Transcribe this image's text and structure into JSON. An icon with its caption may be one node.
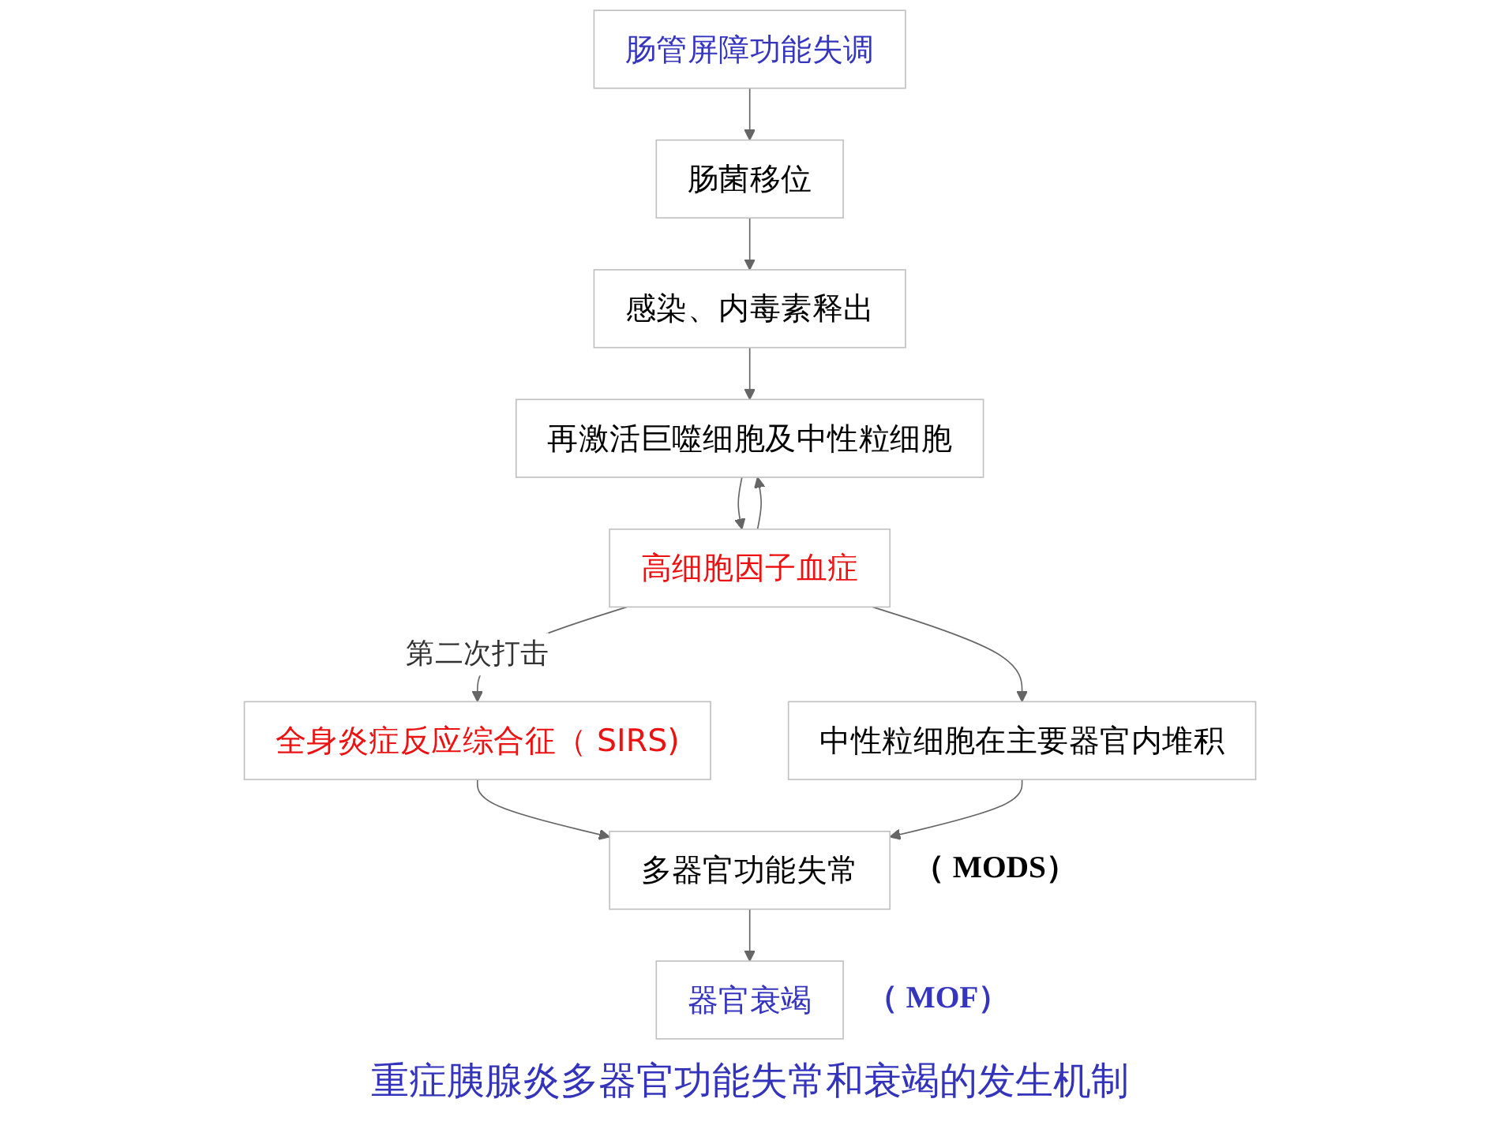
{
  "diagram": {
    "caption": "重症胰腺炎多器官功能失常和衰竭的发生机制",
    "nodes": [
      {
        "text": [
          "肠管屏障功能失调"
        ]
      },
      {
        "text": [
          "肠菌移位"
        ]
      },
      {
        "text": [
          "感染、内毒素释出"
        ]
      },
      {
        "text": [
          "再激活巨噬细胞及中性粒细胞"
        ]
      },
      {
        "text": [
          "高细胞因子血症"
        ]
      },
      {
        "text": [
          "全身炎症反应综合征（ SIRS)"
        ]
      },
      {
        "text": [
          "中性粒细胞在主要器官内堆积"
        ]
      },
      {
        "text": [
          "多器官功能失常"
        ],
        "beside": [
          "（ MODS）"
        ]
      },
      {
        "text": [
          "器官衰竭"
        ],
        "beside": [
          "（ MOF）"
        ]
      }
    ],
    "edges": [
      {
        "from": 0,
        "to": 1,
        "arrow": "to"
      },
      {
        "from": 1,
        "to": 2,
        "arrow": "to"
      },
      {
        "from": 2,
        "to": 3,
        "arrow": "to"
      },
      {
        "from": 3,
        "to": 4,
        "arrow": "to"
      },
      {
        "from": 4,
        "to": 3,
        "arrow": "to"
      },
      {
        "from": 4,
        "to": 5,
        "arrow": "to",
        "label": "第二次打击"
      },
      {
        "from": 4,
        "to": 6,
        "arrow": "to"
      },
      {
        "from": 5,
        "to": 7,
        "arrow": "to"
      },
      {
        "from": 6,
        "to": 7,
        "arrow": "to"
      },
      {
        "from": 7,
        "to": 8,
        "arrow": "to"
      }
    ]
  }
}
